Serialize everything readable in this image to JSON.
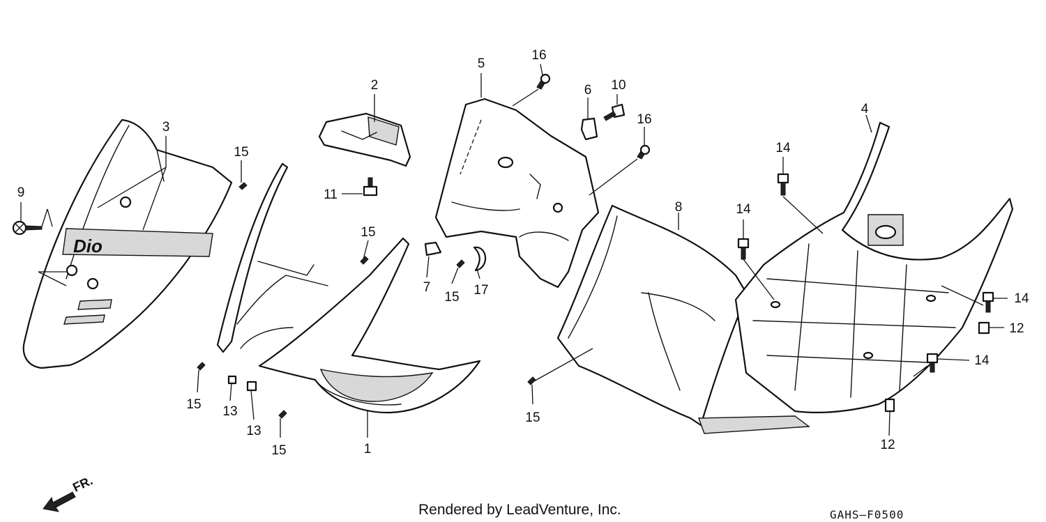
{
  "callouts": [
    {
      "id": "c2",
      "label": "2"
    },
    {
      "id": "c3",
      "label": "3"
    },
    {
      "id": "c9",
      "label": "9"
    },
    {
      "id": "c15a",
      "label": "15"
    },
    {
      "id": "c11",
      "label": "11"
    },
    {
      "id": "c15b",
      "label": "15"
    },
    {
      "id": "c7",
      "label": "7"
    },
    {
      "id": "c15c",
      "label": "15"
    },
    {
      "id": "c17",
      "label": "17"
    },
    {
      "id": "c15d",
      "label": "15"
    },
    {
      "id": "c13a",
      "label": "13"
    },
    {
      "id": "c13b",
      "label": "13"
    },
    {
      "id": "c15e",
      "label": "15"
    },
    {
      "id": "c1",
      "label": "1"
    },
    {
      "id": "c5",
      "label": "5"
    },
    {
      "id": "c16a",
      "label": "16"
    },
    {
      "id": "c6",
      "label": "6"
    },
    {
      "id": "c10",
      "label": "10"
    },
    {
      "id": "c16b",
      "label": "16"
    },
    {
      "id": "c8",
      "label": "8"
    },
    {
      "id": "c15f",
      "label": "15"
    },
    {
      "id": "c4",
      "label": "4"
    },
    {
      "id": "c14a",
      "label": "14"
    },
    {
      "id": "c14b",
      "label": "14"
    },
    {
      "id": "c14c",
      "label": "14"
    },
    {
      "id": "c12a",
      "label": "12"
    },
    {
      "id": "c14d",
      "label": "14"
    },
    {
      "id": "c12b",
      "label": "12"
    }
  ],
  "direction_indicator": {
    "label": "FR."
  },
  "footer": {
    "credit": "Rendered by LeadVenture, Inc.",
    "diagram_code": "GAHS–F0500"
  }
}
